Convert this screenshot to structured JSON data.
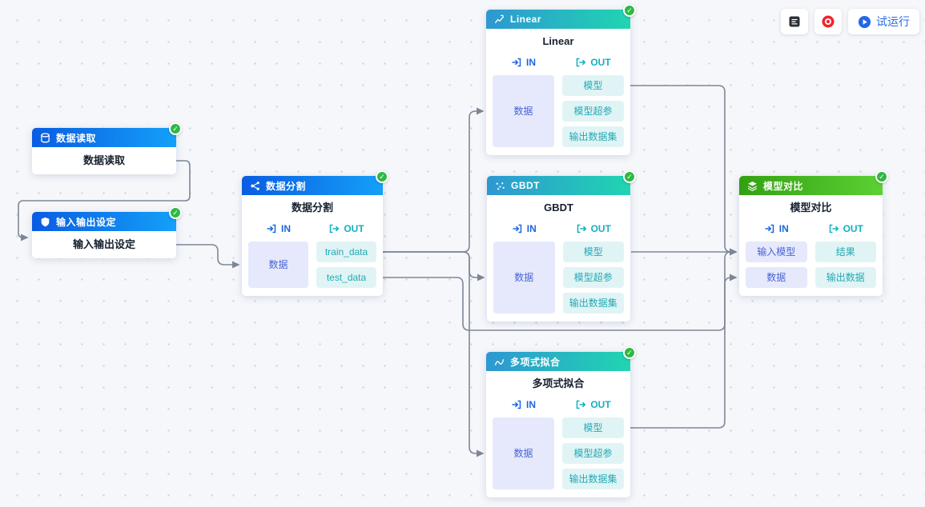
{
  "toolbar": {
    "log_button": {
      "icon": "log-icon"
    },
    "record_button": {
      "icon": "record-icon"
    },
    "run_button": {
      "icon": "play-icon",
      "label": "试运行"
    }
  },
  "labels": {
    "in": "IN",
    "out": "OUT",
    "success_check": "✓"
  },
  "colors": {
    "header_blue": [
      "#0a5ce2",
      "#14a0f8"
    ],
    "header_teal": [
      "#2e97d2",
      "#20d5b1"
    ],
    "header_green": [
      "#33a011",
      "#5bd133"
    ],
    "badge_green": "#2fb944",
    "port_in_bg": "#e5e9fb",
    "port_in_text": "#4a63d4",
    "port_out_bg": "#e1f4f5",
    "port_out_text": "#22a9b4",
    "edge": "#7d8798",
    "run_accent": "#2b6be6",
    "record_red": "#f5222d"
  },
  "nodes": {
    "data_read": {
      "header": "数据读取",
      "title": "数据读取",
      "icon": "database-icon",
      "status": "success"
    },
    "io_settings": {
      "header": "输入输出设定",
      "title": "输入输出设定",
      "icon": "shield-icon",
      "status": "success"
    },
    "data_split": {
      "header": "数据分割",
      "title": "数据分割",
      "icon": "split-icon",
      "status": "success",
      "in_ports": [
        "数据"
      ],
      "out_ports": [
        "train_data",
        "test_data"
      ]
    },
    "linear": {
      "header": "Linear",
      "title": "Linear",
      "icon": "line-chart-icon",
      "status": "success",
      "in_ports": [
        "数据"
      ],
      "out_ports": [
        "模型",
        "模型超参",
        "输出数据集"
      ]
    },
    "gbdt": {
      "header": "GBDT",
      "title": "GBDT",
      "icon": "scatter-icon",
      "status": "success",
      "in_ports": [
        "数据"
      ],
      "out_ports": [
        "模型",
        "模型超参",
        "输出数据集"
      ]
    },
    "poly_fit": {
      "header": "多项式拟合",
      "title": "多项式拟合",
      "icon": "curve-chart-icon",
      "status": "success",
      "in_ports": [
        "数据"
      ],
      "out_ports": [
        "模型",
        "模型超参",
        "输出数据集"
      ]
    },
    "model_compare": {
      "header": "模型对比",
      "title": "模型对比",
      "icon": "layers-icon",
      "status": "success",
      "in_ports": [
        "输入模型",
        "数据"
      ],
      "out_ports": [
        "结果",
        "输出数据"
      ]
    }
  },
  "edges": [
    {
      "from": "数据读取",
      "to": "输入输出设定"
    },
    {
      "from": "输入输出设定",
      "to": "数据分割.数据"
    },
    {
      "from": "数据分割.train_data",
      "to": "Linear.数据"
    },
    {
      "from": "数据分割.train_data",
      "to": "GBDT.数据"
    },
    {
      "from": "数据分割.train_data",
      "to": "多项式拟合.数据"
    },
    {
      "from": "数据分割.test_data",
      "to": "模型对比.数据"
    },
    {
      "from": "Linear.模型",
      "to": "模型对比.输入模型"
    },
    {
      "from": "GBDT.模型",
      "to": "模型对比.输入模型"
    },
    {
      "from": "多项式拟合.模型",
      "to": "模型对比.输入模型"
    }
  ]
}
